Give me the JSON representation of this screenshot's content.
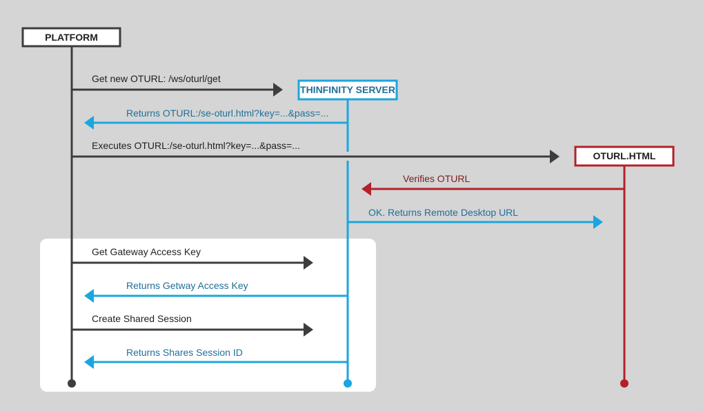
{
  "colors": {
    "background": "#d5d5d6",
    "panel": "#ffffff",
    "platform": "#3d3d3f",
    "server": "#1aa6de",
    "oturl": "#b3212a",
    "server_text": "#1f6f98",
    "oturl_text": "#7a1c1c",
    "dark_text": "#1f1f1f"
  },
  "participants": {
    "platform": "PLATFORM",
    "server": "THINFINITY SERVER",
    "oturl": "OTURL.HTML"
  },
  "messages": [
    {
      "id": "m1",
      "text": "Get new OTURL: /ws/oturl/get",
      "from": "platform",
      "to": "server"
    },
    {
      "id": "m2",
      "text": "Returns OTURL:/se-oturl.html?key=...&pass=...",
      "from": "server",
      "to": "platform"
    },
    {
      "id": "m3",
      "text": "Executes OTURL:/se-oturl.html?key=...&pass=...",
      "from": "platform",
      "to": "oturl"
    },
    {
      "id": "m4",
      "text": "Verifies OTURL",
      "from": "oturl",
      "to": "server"
    },
    {
      "id": "m5",
      "text": "OK. Returns Remote Desktop URL",
      "from": "server",
      "to": "oturl"
    },
    {
      "id": "m6",
      "text": "Get Gateway Access Key",
      "from": "platform",
      "to": "server"
    },
    {
      "id": "m7",
      "text": "Returns Getway Access Key",
      "from": "server",
      "to": "platform"
    },
    {
      "id": "m8",
      "text": "Create Shared Session",
      "from": "platform",
      "to": "server"
    },
    {
      "id": "m9",
      "text": "Returns Shares Session ID",
      "from": "server",
      "to": "platform"
    }
  ]
}
